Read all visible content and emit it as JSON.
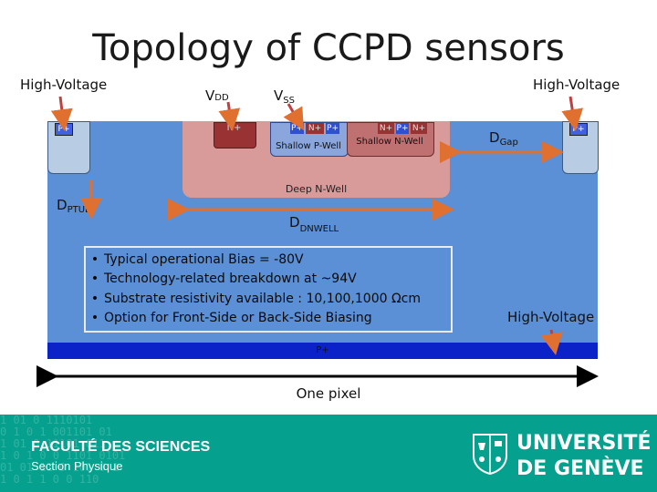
{
  "title": "Topology of CCPD sensors",
  "labels": {
    "hv_left": "High-Voltage",
    "hv_right": "High-Voltage",
    "hv_bottom_right": "High-Voltage",
    "vdd_main": "V",
    "vdd_sub": "DD",
    "vss_main": "V",
    "vss_sub": "SS",
    "dgap_main": "D",
    "dgap_sub": "Gap",
    "dptub_main": "D",
    "dptub_sub": "PTUB",
    "ddnwell_main": "D",
    "ddnwell_sub": "DNWELL",
    "one_pixel": "One pixel"
  },
  "structure": {
    "p_plus": "P+",
    "n_plus": "N+",
    "shallow_pwell": "Shallow P-Well",
    "shallow_nwell": "Shallow N-Well",
    "deep_nwell": "Deep N-Well",
    "pplus_bottom": "P+"
  },
  "bullets": [
    "Typical operational Bias = -80V",
    "Technology-related breakdown at ~94V",
    "Substrate resistivity available : 10,100,1000 Ωcm",
    "Option for Front-Side or Back-Side Biasing"
  ],
  "bullet_symbol": "•",
  "footer": {
    "faculty": "FACULTÉ DES SCIENCES",
    "section": "Section Physique",
    "university_line1": "UNIVERSITÉ",
    "university_line2": "DE GENÈVE",
    "digits": "1 01 0 1110101\n0 1 0 1 001101 01\n1 01 0 11101 011\n1 0 1 0 0 1101 0101\n01 01 11 0 101 0 1\n1 0 1 1 0 0 110"
  },
  "colors": {
    "substrate": "#5b8fd6",
    "deep_nwell": "#d99a9a",
    "pplus_layer": "#0b22c9",
    "footer": "#06a18e",
    "arrow": "#e07030"
  }
}
